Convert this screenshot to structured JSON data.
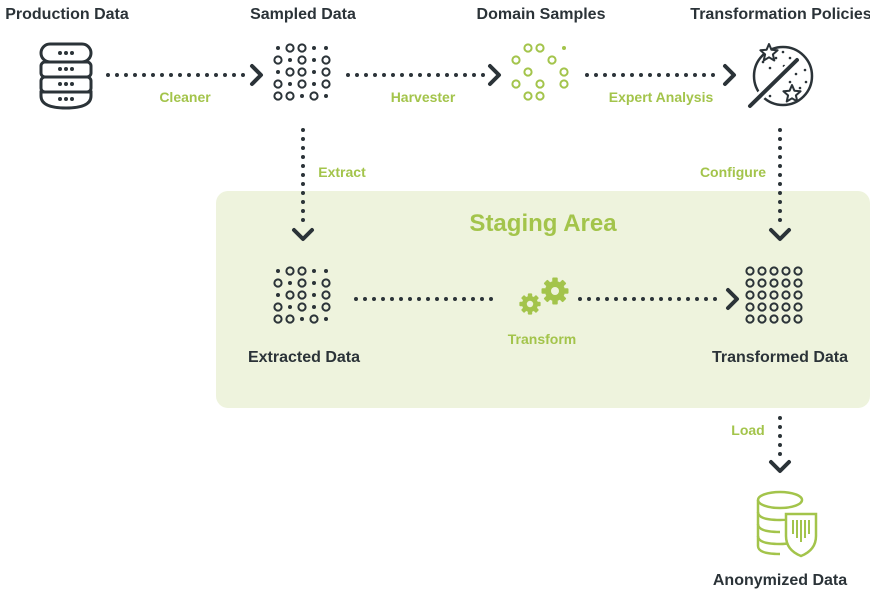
{
  "nodes": {
    "production": "Production Data",
    "sampled": "Sampled Data",
    "domain": "Domain Samples",
    "policies": "Transformation Policies",
    "extracted": "Extracted Data",
    "transformed": "Transformed Data",
    "anonymized": "Anonymized Data"
  },
  "edges": {
    "cleaner": "Cleaner",
    "harvester": "Harvester",
    "expert": "Expert Analysis",
    "extract": "Extract",
    "configure": "Configure",
    "transform": "Transform",
    "load": "Load"
  },
  "staging": {
    "title": "Staging Area"
  },
  "colors": {
    "dark": "#2b3338",
    "accent": "#a3c44b",
    "staging_fill": "#eef3dd"
  }
}
